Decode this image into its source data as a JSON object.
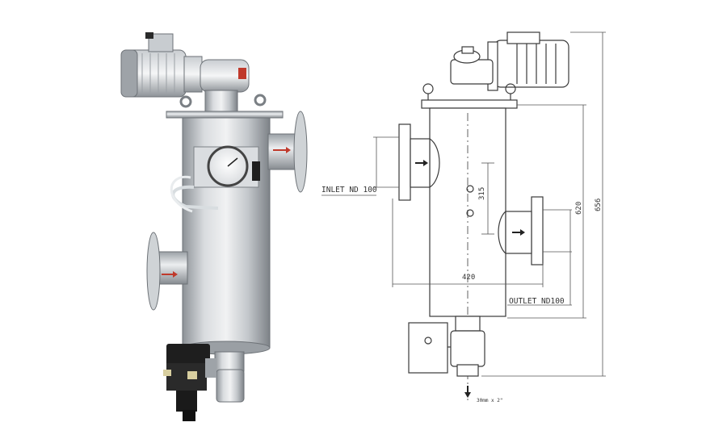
{
  "drawing": {
    "labels": {
      "inlet": "INLET ND 100",
      "outlet": "OUTLET ND100",
      "drain": "30mm x 2\""
    },
    "dimensions": {
      "width": "420",
      "inlet_offset": "315",
      "body_height": "620",
      "overall_height": "656"
    }
  },
  "colors": {
    "steel_light": "#e6e8ea",
    "steel_mid": "#b4b8bc",
    "steel_dark": "#7c8186",
    "line": "#3a3a3a",
    "dim_line": "#555555",
    "flow_arrow": "#c0392b",
    "actuator": "#1e1e1e"
  }
}
